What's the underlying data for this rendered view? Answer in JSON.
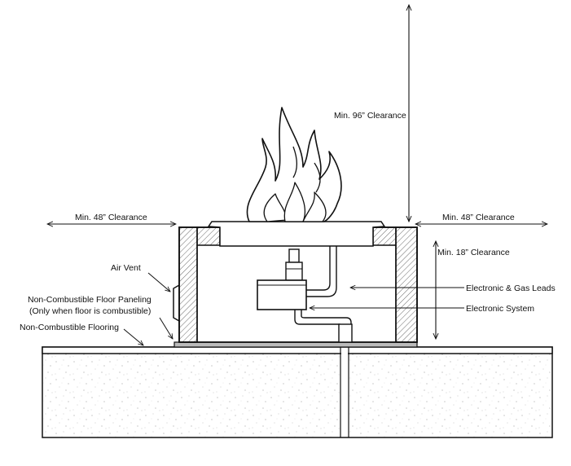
{
  "labels": {
    "clearance_top": "Min. 96” Clearance",
    "clearance_left": "Min. 48” Clearance",
    "clearance_right": "Min. 48” Clearance",
    "clearance_side": "Min. 18” Clearance",
    "air_vent": "Air Vent",
    "floor_paneling_line1": "Non-Combustible Floor Paneling",
    "floor_paneling_line2": "(Only when floor is combustible)",
    "flooring": "Non-Combustible Flooring",
    "electronic_gas_leads": "Electronic & Gas Leads",
    "electronic_system": "Electronic System"
  },
  "colors": {
    "line": "#111111",
    "background": "#ffffff"
  }
}
